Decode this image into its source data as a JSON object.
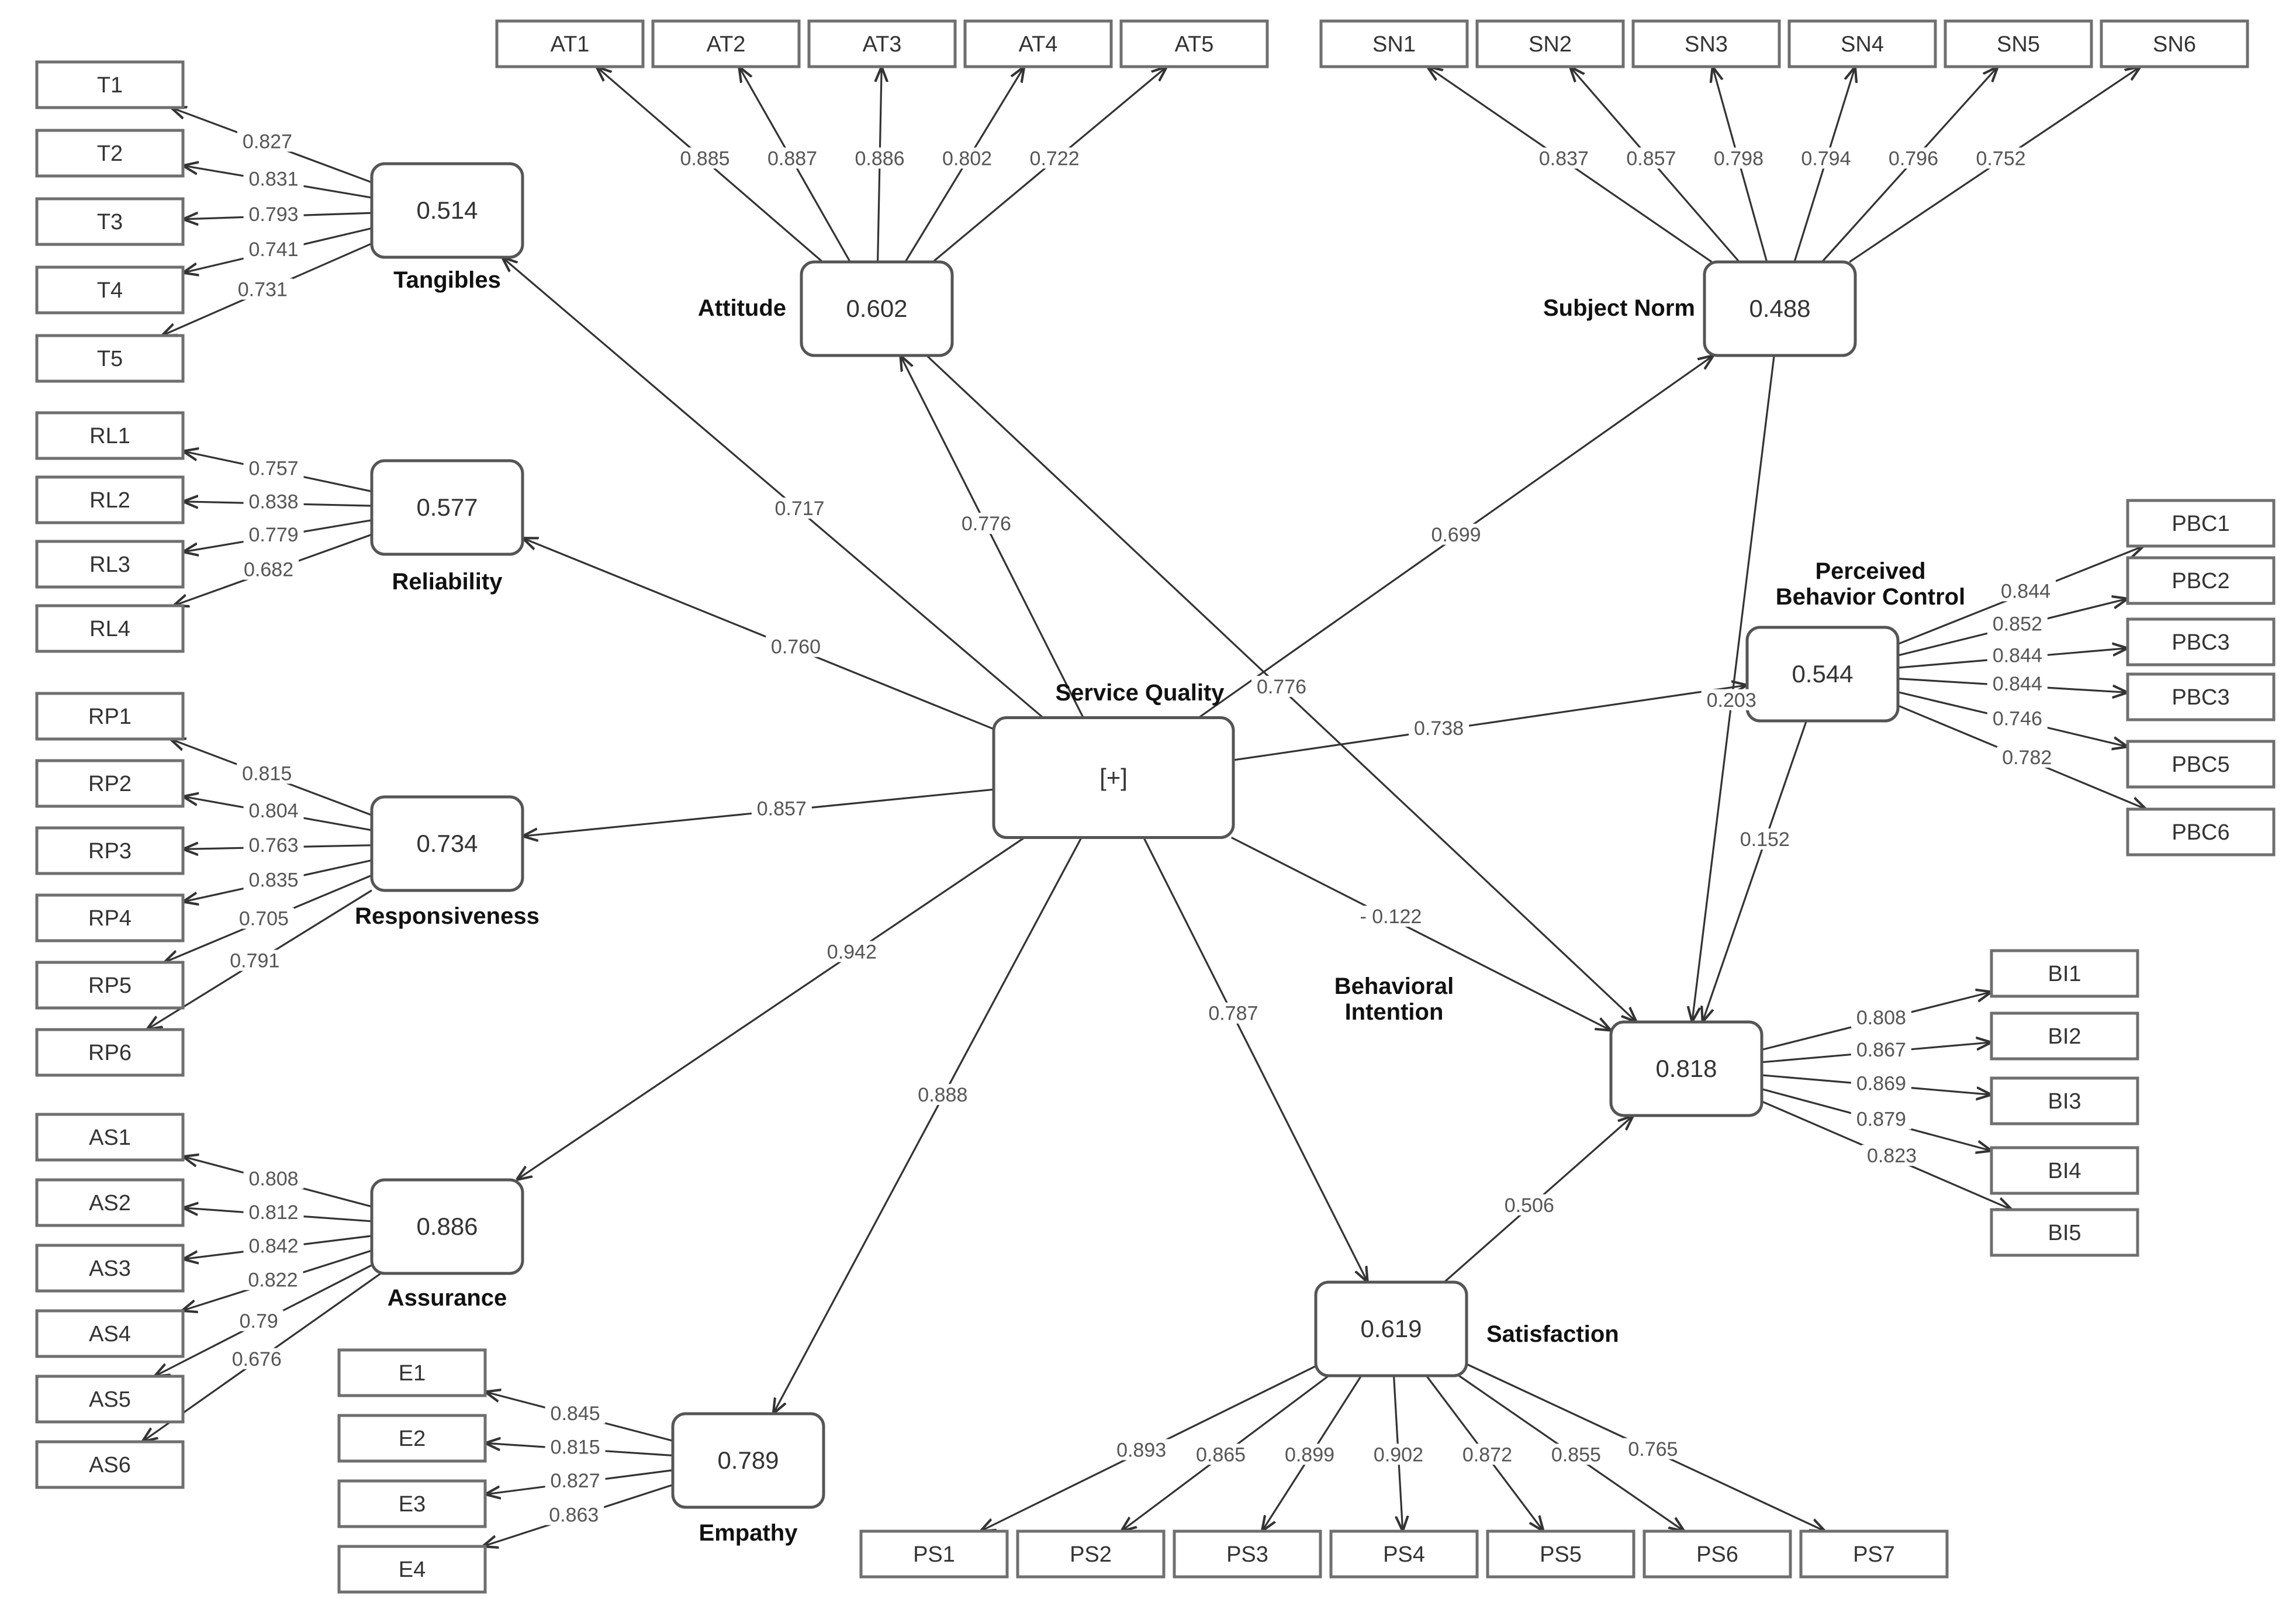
{
  "latents": {
    "tangibles": {
      "name": "Tangibles",
      "value": "0.514"
    },
    "reliability": {
      "name": "Reliability",
      "value": "0.577"
    },
    "responsiveness": {
      "name": "Responsiveness",
      "value": "0.734"
    },
    "assurance": {
      "name": "Assurance",
      "value": "0.886"
    },
    "empathy": {
      "name": "Empathy",
      "value": "0.789"
    },
    "attitude": {
      "name": "Attitude",
      "value": "0.602"
    },
    "subject_norm": {
      "name": "Subject Norm",
      "value": "0.488"
    },
    "pbc": {
      "name_lines": [
        "Perceived",
        "Behavior Control"
      ],
      "value": "0.544"
    },
    "service_quality": {
      "name": "Service Quality",
      "value": "[+]"
    },
    "behavioral_intention": {
      "name_lines": [
        "Behavioral",
        "Intention"
      ],
      "value": "0.818"
    },
    "satisfaction": {
      "name": "Satisfaction",
      "value": "0.619"
    }
  },
  "indicators": {
    "tangibles": {
      "items": [
        "T1",
        "T2",
        "T3",
        "T4",
        "T5"
      ],
      "loadings": [
        "0.827",
        "0.831",
        "0.793",
        "0.741",
        "0.731"
      ]
    },
    "reliability": {
      "items": [
        "RL1",
        "RL2",
        "RL3",
        "RL4"
      ],
      "loadings": [
        "0.757",
        "0.838",
        "0.779",
        "0.682"
      ]
    },
    "responsiveness": {
      "items": [
        "RP1",
        "RP2",
        "RP3",
        "RP4",
        "RP5",
        "RP6"
      ],
      "loadings": [
        "0.815",
        "0.804",
        "0.763",
        "0.835",
        "0.705",
        "0.791"
      ]
    },
    "assurance": {
      "items": [
        "AS1",
        "AS2",
        "AS3",
        "AS4",
        "AS5",
        "AS6"
      ],
      "loadings": [
        "0.808",
        "0.812",
        "0.842",
        "0.822",
        "0.79",
        "0.676"
      ]
    },
    "empathy": {
      "items": [
        "E1",
        "E2",
        "E3",
        "E4"
      ],
      "loadings": [
        "0.845",
        "0.815",
        "0.827",
        "0.863"
      ]
    },
    "attitude": {
      "items": [
        "AT1",
        "AT2",
        "AT3",
        "AT4",
        "AT5"
      ],
      "loadings": [
        "0.885",
        "0.887",
        "0.886",
        "0.802",
        "0.722"
      ]
    },
    "subject_norm": {
      "items": [
        "SN1",
        "SN2",
        "SN3",
        "SN4",
        "SN5",
        "SN6"
      ],
      "loadings": [
        "0.837",
        "0.857",
        "0.798",
        "0.794",
        "0.796",
        "0.752"
      ]
    },
    "pbc": {
      "items": [
        "PBC1",
        "PBC2",
        "PBC3",
        "PBC3",
        "PBC5",
        "PBC6"
      ],
      "loadings": [
        "0.844",
        "0.852",
        "0.844",
        "0.844",
        "0.746",
        "0.782"
      ]
    },
    "behavioral_intention": {
      "items": [
        "BI1",
        "BI2",
        "BI3",
        "BI4",
        "BI5"
      ],
      "loadings": [
        "0.808",
        "0.867",
        "0.869",
        "0.879",
        "0.823"
      ]
    },
    "satisfaction": {
      "items": [
        "PS1",
        "PS2",
        "PS3",
        "PS4",
        "PS5",
        "PS6",
        "PS7"
      ],
      "loadings": [
        "0.893",
        "0.865",
        "0.899",
        "0.902",
        "0.872",
        "0.855",
        "0.765"
      ]
    }
  },
  "paths": {
    "sq_tangibles": "0.717",
    "sq_reliability": "0.760",
    "sq_responsiveness": "0.857",
    "sq_assurance": "0.942",
    "sq_empathy": "0.888",
    "sq_attitude": "0.776",
    "sq_subject_norm": "0.699",
    "sq_pbc": "0.738",
    "sq_satisfaction": "0.787",
    "sq_bi": "- 0.122",
    "attitude_bi": "0.776",
    "subject_norm_bi": "0.203",
    "pbc_bi": "0.152",
    "satisfaction_bi": "0.506"
  }
}
